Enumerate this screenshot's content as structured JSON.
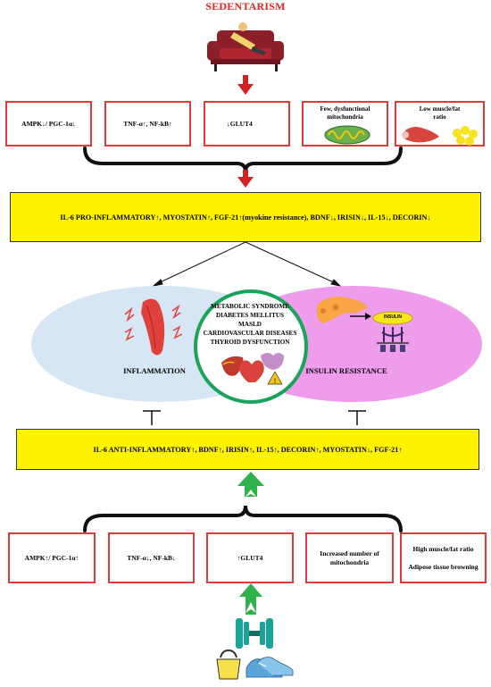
{
  "title": "SEDENTARISM",
  "top_boxes": [
    {
      "text": "AMPK↓/ PGC-1α↓"
    },
    {
      "text": "TNF-α↑, NF-kB↑"
    },
    {
      "text": "↓GLUT4"
    },
    {
      "text": "Few, dysfunctional mitochondria"
    },
    {
      "text": "Low muscle/fat ratio"
    }
  ],
  "top_band": "IL-6 PRO-INFLAMMATORY↑, MYOSTATIN↑, FGF-21↑(myokine resistance), BDNF↓, IRISIN↓, IL-15↓, DECORIN↓",
  "left_ellipse_label": "INFLAMMATION",
  "right_ellipse_label": "INSULIN RESISTANCE",
  "center_lines": [
    "METABOLIC SYNDROME",
    "DIABETES MELLITUS",
    "MASLD",
    "CARDIOVASCULAR DISEASES",
    "THYROID DYSFUNCTION"
  ],
  "insulin_label": "INSULIN",
  "bottom_band": "IL-6 ANTI-INFLAMMATORY↑, BDNF↑, IRISIN↑, IL-15↑, DECORIN↑, MYOSTATIN↓, FGF-21↑",
  "bottom_boxes": [
    {
      "text": "AMPK↑/ PGC-1α↑"
    },
    {
      "text": "TNF-α↓, NF-kB↓"
    },
    {
      "text": "↑GLUT4"
    },
    {
      "text": "Increased number of mitochondria"
    },
    {
      "line1": "High muscle/fat ratio",
      "line2": "Adipose tissue browning"
    }
  ],
  "colors": {
    "red_box": "#e23a3a",
    "band_yellow": "#fff200",
    "left_ellipse": "#d6e6f5",
    "right_ellipse": "#ef9cec",
    "center_circle_stroke": "#1aa35a",
    "red_arrow": "#d42020",
    "green_arrow": "#2db34a"
  }
}
